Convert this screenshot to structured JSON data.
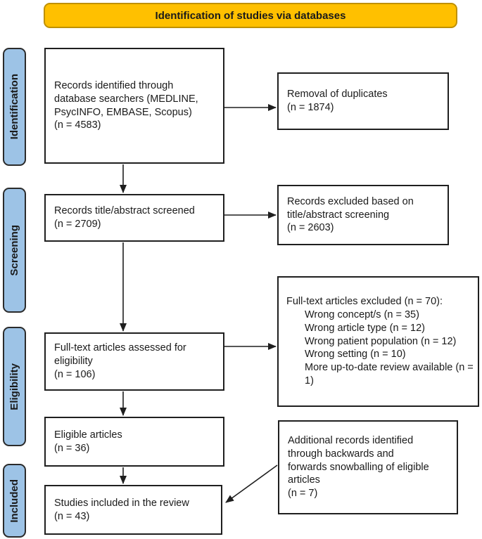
{
  "banner": {
    "label": "Identification of studies via databases"
  },
  "colors": {
    "banner_fill": "#FFC000",
    "banner_border": "#BF9000",
    "stage_fill": "#9DC3E6",
    "box_border": "#1F1F1F",
    "arrow": "#1F1F1F"
  },
  "stages": [
    {
      "label": "Identification"
    },
    {
      "label": "Screening"
    },
    {
      "label": "Eligibility"
    },
    {
      "label": "Included"
    }
  ],
  "main_flow": [
    {
      "text": "Records identified through database searchers (MEDLINE, PsycINFO, EMBASE, Scopus)",
      "count": "(n = 4583)"
    },
    {
      "text": "Records title/abstract screened",
      "count": "(n = 2709)"
    },
    {
      "text": "Full-text articles assessed for eligibility",
      "count": "(n = 106)"
    },
    {
      "text": "Eligible articles",
      "count": "(n = 36)"
    },
    {
      "text": "Studies included in the review",
      "count": "(n = 43)"
    }
  ],
  "side_flow": [
    {
      "text": "Removal of duplicates",
      "count": "(n = 1874)"
    },
    {
      "text": "Records excluded based on title/abstract screening",
      "count": "(n = 2603)"
    },
    {
      "title": "Full-text articles excluded (n = 70):",
      "reasons": [
        "Wrong concept/s (n = 35)",
        "Wrong article type (n = 12)",
        "Wrong patient population (n = 12)",
        "Wrong setting (n = 10)",
        "More up-to-date review available (n = 1)"
      ]
    },
    {
      "text": "Additional records identified through backwards and forwards snowballing of eligible articles",
      "count": "(n = 7)"
    }
  ]
}
